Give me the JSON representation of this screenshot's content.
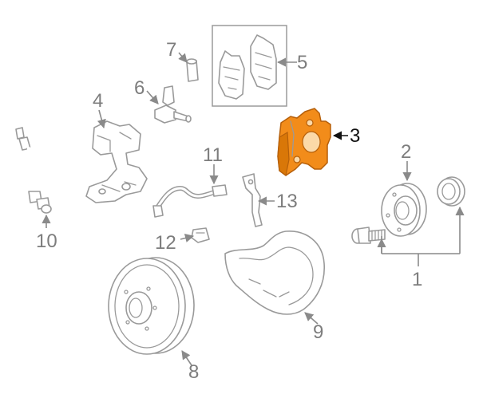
{
  "diagram": {
    "highlighted_part": "3",
    "highlight_color": "#f28c1a",
    "line_color": "#9a9a9a",
    "callouts": {
      "c1": "1",
      "c2": "2",
      "c3": "3",
      "c4": "4",
      "c5": "5",
      "c6": "6",
      "c7": "7",
      "c8": "8",
      "c9": "9",
      "c10": "10",
      "c11": "11",
      "c12": "12",
      "c13": "13"
    }
  }
}
